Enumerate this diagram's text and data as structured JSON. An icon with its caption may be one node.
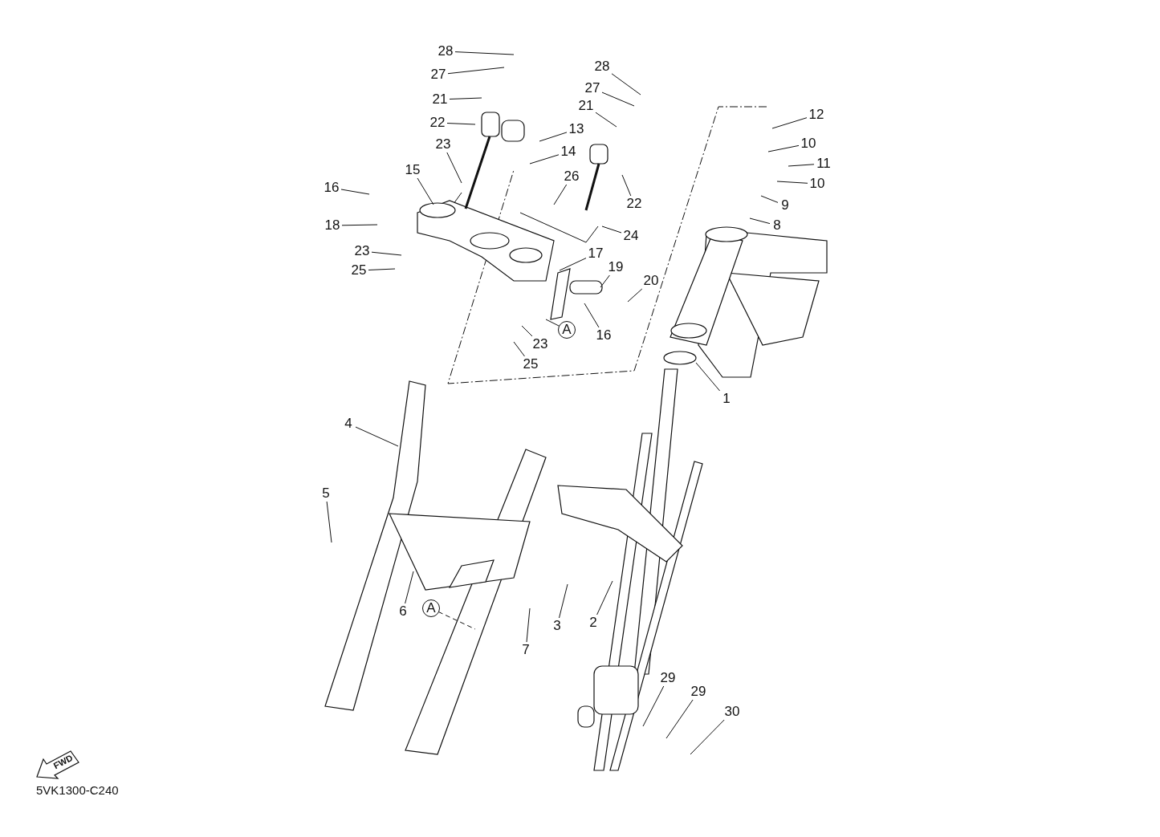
{
  "diagram": {
    "nodes": [
      {
        "text": [
          "28"
        ]
      },
      {
        "text": [
          "27"
        ]
      },
      {
        "text": [
          "21"
        ]
      },
      {
        "text": [
          "22"
        ]
      },
      {
        "text": [
          "23"
        ]
      },
      {
        "text": [
          "15"
        ]
      },
      {
        "text": [
          "16"
        ]
      },
      {
        "text": [
          "18"
        ]
      },
      {
        "text": [
          "23"
        ]
      },
      {
        "text": [
          "25"
        ]
      },
      {
        "text": [
          "28"
        ]
      },
      {
        "text": [
          "27"
        ]
      },
      {
        "text": [
          "21"
        ]
      },
      {
        "text": [
          "13"
        ]
      },
      {
        "text": [
          "14"
        ]
      },
      {
        "text": [
          "26"
        ]
      },
      {
        "text": [
          "22"
        ]
      },
      {
        "text": [
          "24"
        ]
      },
      {
        "text": [
          "17"
        ]
      },
      {
        "text": [
          "19"
        ]
      },
      {
        "text": [
          "20"
        ]
      },
      {
        "text": [
          "A"
        ]
      },
      {
        "text": [
          "16"
        ]
      },
      {
        "text": [
          "23"
        ]
      },
      {
        "text": [
          "25"
        ]
      },
      {
        "text": [
          "12"
        ]
      },
      {
        "text": [
          "10"
        ]
      },
      {
        "text": [
          "11"
        ]
      },
      {
        "text": [
          "10"
        ]
      },
      {
        "text": [
          "9"
        ]
      },
      {
        "text": [
          "8"
        ]
      },
      {
        "text": [
          "1"
        ]
      },
      {
        "text": [
          "4"
        ]
      },
      {
        "text": [
          "5"
        ]
      },
      {
        "text": [
          "6"
        ]
      },
      {
        "text": [
          "A"
        ]
      },
      {
        "text": [
          "7"
        ]
      },
      {
        "text": [
          "3"
        ]
      },
      {
        "text": [
          "2"
        ]
      },
      {
        "text": [
          "29"
        ]
      },
      {
        "text": [
          "29"
        ]
      },
      {
        "text": [
          "30"
        ]
      }
    ],
    "edges": [
      {
        "from": 0,
        "to": null,
        "arrow": "none"
      },
      {
        "from": 1,
        "to": null,
        "arrow": "none"
      },
      {
        "from": 2,
        "to": null,
        "arrow": "none"
      },
      {
        "from": 3,
        "to": null,
        "arrow": "none"
      },
      {
        "from": 4,
        "to": null,
        "arrow": "none"
      },
      {
        "from": 5,
        "to": null,
        "arrow": "none"
      },
      {
        "from": 6,
        "to": null,
        "arrow": "none"
      },
      {
        "from": 7,
        "to": null,
        "arrow": "none"
      },
      {
        "from": 8,
        "to": null,
        "arrow": "none"
      },
      {
        "from": 9,
        "to": null,
        "arrow": "none"
      },
      {
        "from": 10,
        "to": null,
        "arrow": "none"
      },
      {
        "from": 11,
        "to": null,
        "arrow": "none"
      },
      {
        "from": 12,
        "to": null,
        "arrow": "none"
      },
      {
        "from": 13,
        "to": null,
        "arrow": "none"
      },
      {
        "from": 14,
        "to": null,
        "arrow": "none"
      },
      {
        "from": 15,
        "to": null,
        "arrow": "none"
      },
      {
        "from": 16,
        "to": null,
        "arrow": "none"
      },
      {
        "from": 17,
        "to": null,
        "arrow": "none"
      },
      {
        "from": 18,
        "to": null,
        "arrow": "none"
      },
      {
        "from": 19,
        "to": null,
        "arrow": "none"
      },
      {
        "from": 20,
        "to": null,
        "arrow": "none"
      },
      {
        "from": 21,
        "to": null,
        "arrow": "none"
      },
      {
        "from": 22,
        "to": null,
        "arrow": "none"
      },
      {
        "from": 23,
        "to": null,
        "arrow": "none"
      },
      {
        "from": 24,
        "to": null,
        "arrow": "none"
      },
      {
        "from": 25,
        "to": null,
        "arrow": "none"
      },
      {
        "from": 26,
        "to": null,
        "arrow": "none"
      },
      {
        "from": 27,
        "to": null,
        "arrow": "none"
      },
      {
        "from": 28,
        "to": null,
        "arrow": "none"
      },
      {
        "from": 29,
        "to": null,
        "arrow": "none"
      },
      {
        "from": 30,
        "to": null,
        "arrow": "none"
      },
      {
        "from": 31,
        "to": null,
        "arrow": "none"
      },
      {
        "from": 32,
        "to": null,
        "arrow": "none"
      },
      {
        "from": 33,
        "to": null,
        "arrow": "none"
      },
      {
        "from": 34,
        "to": null,
        "arrow": "none"
      },
      {
        "from": 35,
        "to": null,
        "arrow": "none",
        "style": "dashed"
      },
      {
        "from": 36,
        "to": null,
        "arrow": "none"
      },
      {
        "from": 37,
        "to": null,
        "arrow": "none"
      },
      {
        "from": 38,
        "to": null,
        "arrow": "none"
      },
      {
        "from": 39,
        "to": null,
        "arrow": "none"
      },
      {
        "from": 40,
        "to": null,
        "arrow": "none"
      },
      {
        "from": 41,
        "to": null,
        "arrow": "none"
      }
    ],
    "labels": [
      "FWD",
      "5VK1300-C240"
    ]
  }
}
